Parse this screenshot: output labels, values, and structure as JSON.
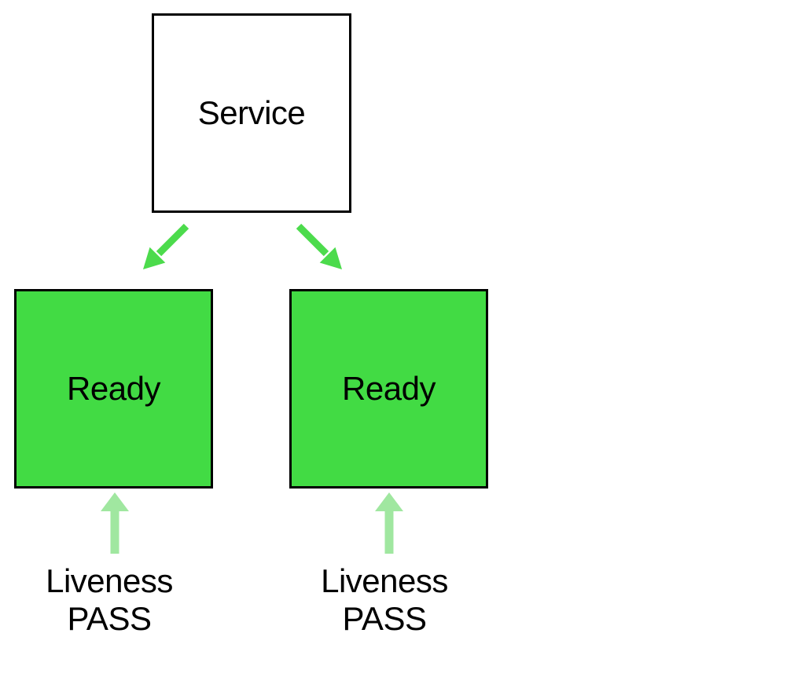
{
  "diagram": {
    "service": {
      "label": "Service"
    },
    "pods": [
      {
        "label": "Ready",
        "status": "ready"
      },
      {
        "label": "Ready",
        "status": "ready"
      }
    ],
    "probes": [
      {
        "line1": "Liveness",
        "line2": "PASS"
      },
      {
        "line1": "Liveness",
        "line2": "PASS"
      }
    ]
  },
  "colors": {
    "pod-fill": "#42db44",
    "arrow": "#4cdb4c",
    "arrow-light": "#a0e7a0",
    "border": "#000000",
    "text": "#000000",
    "background": "#ffffff"
  }
}
